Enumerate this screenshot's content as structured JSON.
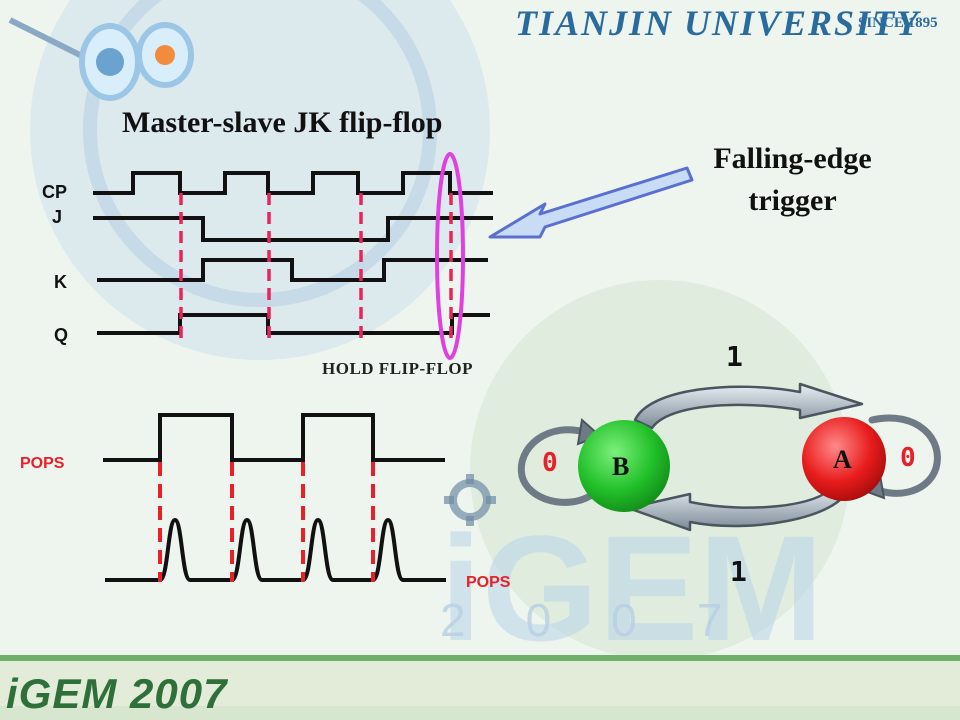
{
  "header": {
    "university": "TIANJIN UNIVERSITY",
    "since": "SINCE 1895"
  },
  "title": "Master-slave JK flip-flop",
  "callout": {
    "line1": "Falling-edge",
    "line2": "trigger"
  },
  "timing": {
    "signals": [
      "CP",
      "J",
      "K",
      "Q"
    ],
    "annotation": "HOLD FLIP-FLOP"
  },
  "pulse_diagram": {
    "top_label": "POPS",
    "bottom_label": "POPS"
  },
  "state_diagram": {
    "states": [
      {
        "name": "B"
      },
      {
        "name": "A"
      }
    ],
    "transition_top": "1",
    "transition_bottom": "1",
    "self_loop_b": "0",
    "self_loop_a": "0"
  },
  "footer": {
    "logo_text": "iGEM 2007"
  },
  "colors": {
    "accent_red": "#e8202a",
    "green_state": "#22c02a",
    "red_state": "#e81c1c",
    "highlight": "#e040e0",
    "university_blue": "#2a6b9e"
  }
}
